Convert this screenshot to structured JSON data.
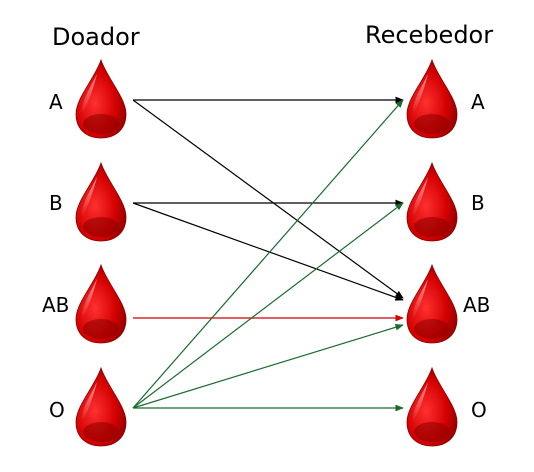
{
  "headers": {
    "donor": "Doador",
    "recipient": "Recebedor"
  },
  "donors": [
    {
      "id": "A",
      "label": "A"
    },
    {
      "id": "B",
      "label": "B"
    },
    {
      "id": "AB",
      "label": "AB"
    },
    {
      "id": "O",
      "label": "O"
    }
  ],
  "recipients": [
    {
      "id": "A",
      "label": "A"
    },
    {
      "id": "B",
      "label": "B"
    },
    {
      "id": "AB",
      "label": "AB"
    },
    {
      "id": "O",
      "label": "O"
    }
  ],
  "compatibility": [
    {
      "from": "A",
      "to": "A",
      "color": "#000000"
    },
    {
      "from": "A",
      "to": "AB",
      "color": "#000000"
    },
    {
      "from": "B",
      "to": "B",
      "color": "#000000"
    },
    {
      "from": "B",
      "to": "AB",
      "color": "#000000"
    },
    {
      "from": "AB",
      "to": "AB",
      "color": "#d40000"
    },
    {
      "from": "O",
      "to": "A",
      "color": "#1a6b2e"
    },
    {
      "from": "O",
      "to": "B",
      "color": "#1a6b2e"
    },
    {
      "from": "O",
      "to": "AB",
      "color": "#1a6b2e"
    },
    {
      "from": "O",
      "to": "O",
      "color": "#1a6b2e"
    }
  ],
  "colors": {
    "drop_main": "#d40000",
    "drop_dark": "#8a0000",
    "drop_highlight": "#ff6b6b"
  }
}
